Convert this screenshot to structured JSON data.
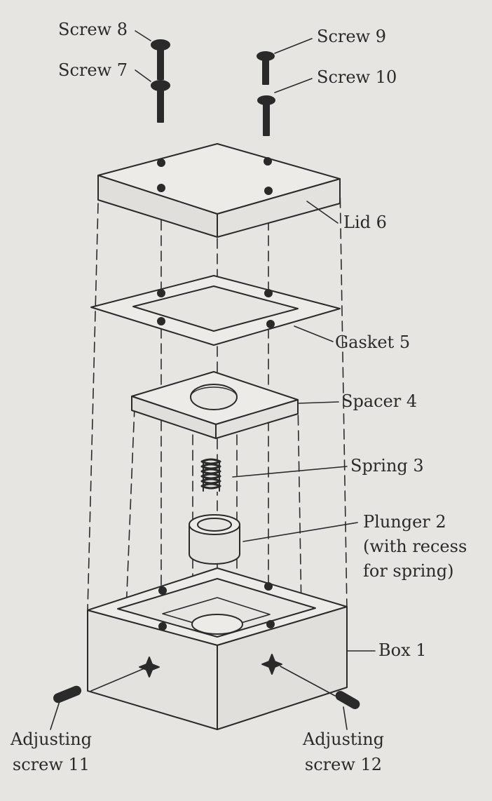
{
  "labels": {
    "screw8": "Screw 8",
    "screw7": "Screw 7",
    "screw9": "Screw 9",
    "screw10": "Screw 10",
    "lid6": "Lid 6",
    "gasket5": "Gasket 5",
    "spacer4": "Spacer 4",
    "spring3": "Spring 3",
    "plunger2_line1": "Plunger 2",
    "plunger2_line2": "(with recess",
    "plunger2_line3": "for spring)",
    "box1": "Box 1",
    "adj11_line1": "Adjusting",
    "adj11_line2": "screw 11",
    "adj12_line1": "Adjusting",
    "adj12_line2": "screw 12"
  },
  "colors": {
    "paper": "#e6e5e1",
    "ink": "#2a2a2a"
  }
}
